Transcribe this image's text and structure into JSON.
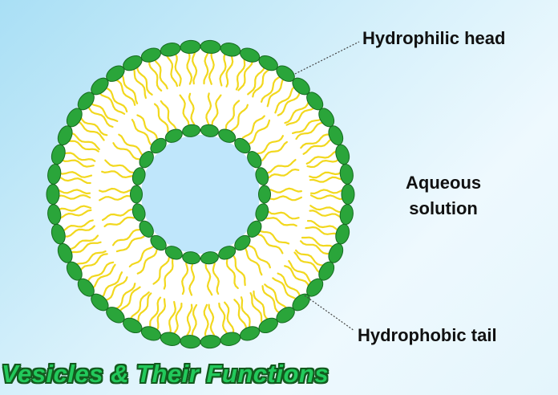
{
  "diagram": {
    "labels": {
      "hydrophilic_head": "Hydrophilic head",
      "aqueous_line1": "Aqueous",
      "aqueous_line2": "solution",
      "hydrophobic_tail": "Hydrophobic tail"
    },
    "footer_title": "Vesicles & Their Functions",
    "colors": {
      "head": "#2aa53a",
      "head_stroke": "#166b20",
      "tail": "#f2d81e",
      "interior": "#bfe6fb",
      "membrane_fill": "#ffffff",
      "background_light": "#e8f7fd",
      "background_blue": "#a9dff5",
      "title_fill": "#22c95b",
      "title_outline": "#135a1e"
    },
    "structure": {
      "outer_layer_heads": 46,
      "inner_layer_heads": 22
    }
  }
}
